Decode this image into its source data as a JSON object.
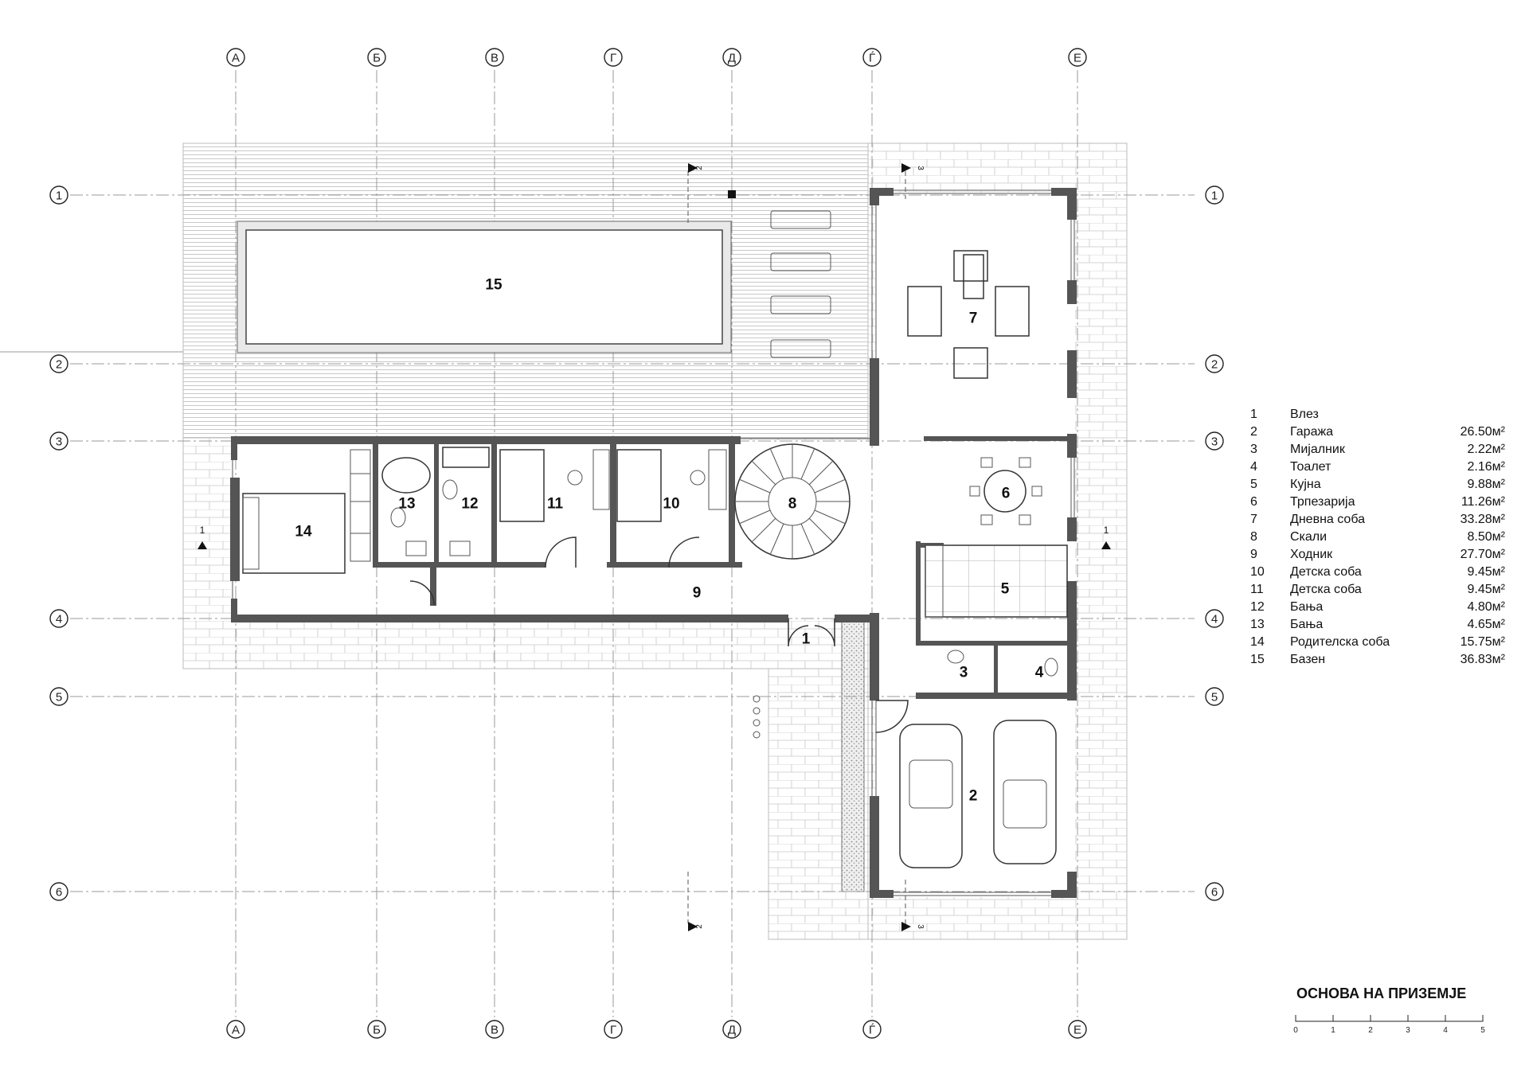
{
  "drawing": {
    "title": "ОСНОВА НА ПРИЗЕМЈЕ",
    "scale_labels": [
      "0",
      "1",
      "2",
      "3",
      "4",
      "5"
    ]
  },
  "grid": {
    "columns": [
      "А",
      "Б",
      "В",
      "Г",
      "Д",
      "Ѓ",
      "Е"
    ],
    "rows": [
      "1",
      "2",
      "3",
      "4",
      "5",
      "6"
    ]
  },
  "section_marks": {
    "s1": "1",
    "s2": "2",
    "s3": "3"
  },
  "rooms_on_plan": [
    "1",
    "2",
    "3",
    "4",
    "5",
    "6",
    "7",
    "8",
    "9",
    "10",
    "11",
    "12",
    "13",
    "14",
    "15"
  ],
  "legend": [
    {
      "no": "1",
      "name": "Влез",
      "area": ""
    },
    {
      "no": "2",
      "name": "Гаража",
      "area": "26.50м²"
    },
    {
      "no": "3",
      "name": "Мијалник",
      "area": "2.22м²"
    },
    {
      "no": "4",
      "name": "Тоалет",
      "area": "2.16м²"
    },
    {
      "no": "5",
      "name": "Кујна",
      "area": "9.88м²"
    },
    {
      "no": "6",
      "name": "Трпезарија",
      "area": "11.26м²"
    },
    {
      "no": "7",
      "name": "Дневна соба",
      "area": "33.28м²"
    },
    {
      "no": "8",
      "name": "Скали",
      "area": "8.50м²"
    },
    {
      "no": "9",
      "name": "Ходник",
      "area": "27.70м²"
    },
    {
      "no": "10",
      "name": "Детска соба",
      "area": "9.45м²"
    },
    {
      "no": "11",
      "name": "Детска соба",
      "area": "9.45м²"
    },
    {
      "no": "12",
      "name": "Бања",
      "area": "4.80м²"
    },
    {
      "no": "13",
      "name": "Бања",
      "area": "4.65м²"
    },
    {
      "no": "14",
      "name": "Родителска соба",
      "area": "15.75м²"
    },
    {
      "no": "15",
      "name": "Базен",
      "area": "36.83м²"
    }
  ],
  "colors": {
    "wall": "#555555",
    "line": "#333333",
    "grid": "#9a9a9a"
  }
}
